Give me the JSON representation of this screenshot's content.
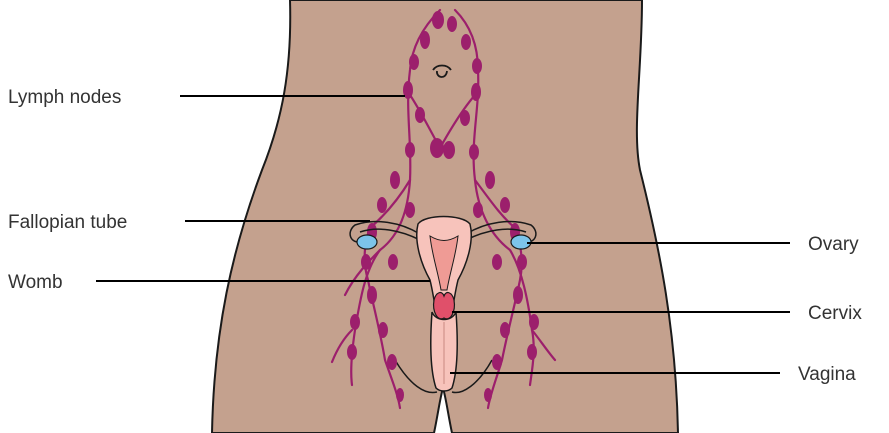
{
  "labels": {
    "lymph_nodes": "Lymph nodes",
    "fallopian_tube": "Fallopian tube",
    "womb": "Womb",
    "ovary": "Ovary",
    "cervix": "Cervix",
    "vagina": "Vagina"
  },
  "colors": {
    "skin": "#c4a18e",
    "lymph": "#9c1f6c",
    "uterus": "#f7c3bb",
    "uterus_inner": "#ef9b95",
    "cervix": "#e0506a",
    "ovary": "#7cc4ea",
    "outline": "#1a1a1a"
  }
}
